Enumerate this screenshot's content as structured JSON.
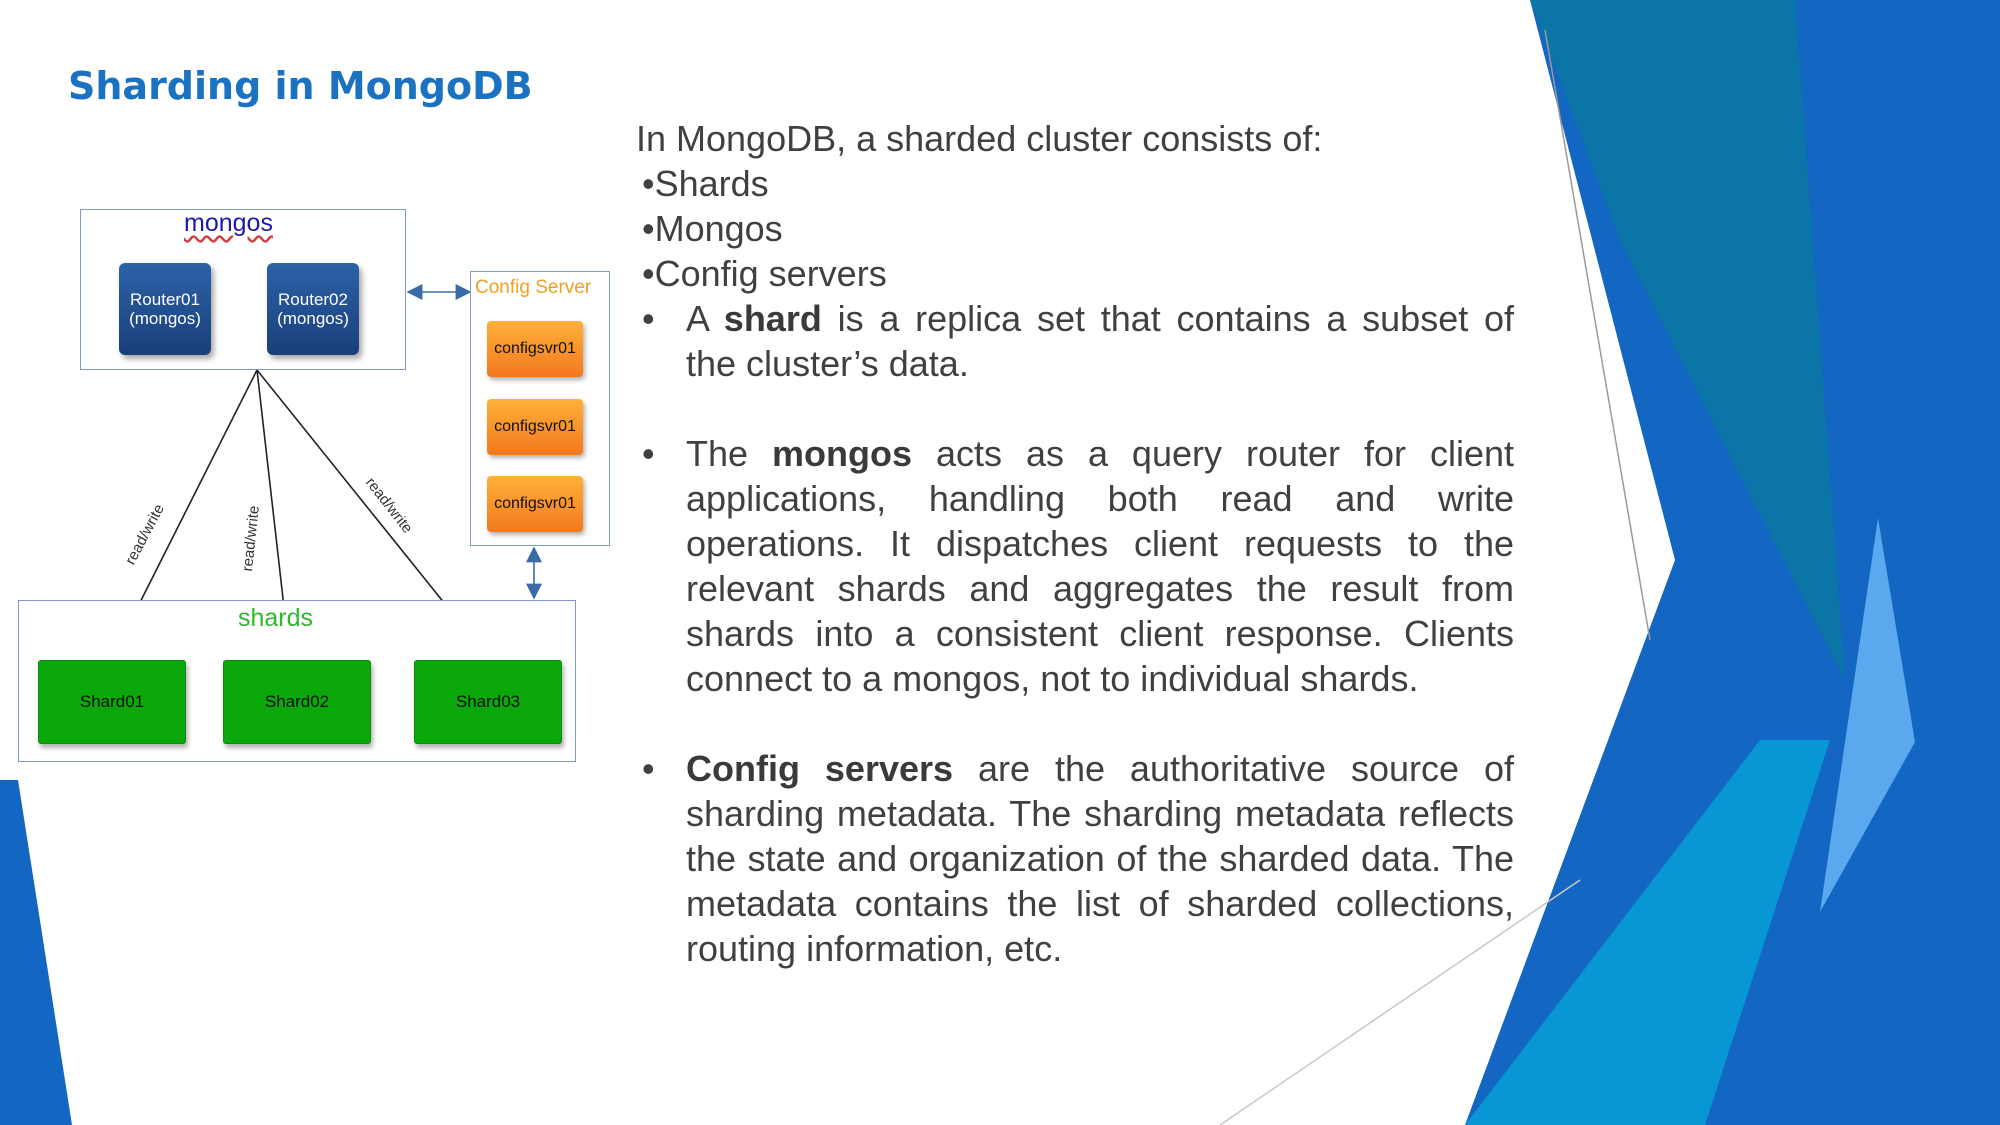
{
  "slide": {
    "title": "Sharding in MongoDB"
  },
  "diagram": {
    "router_group_label": "mongos",
    "routers": [
      {
        "line1": "Router01",
        "line2": "(mongos)"
      },
      {
        "line1": "Router02",
        "line2": "(mongos)"
      }
    ],
    "config_group_label": "Config Server",
    "config_servers": [
      "configsvr01",
      "configsvr01",
      "configsvr01"
    ],
    "shards_group_label": "shards",
    "shards": [
      "Shard01",
      "Shard02",
      "Shard03"
    ],
    "edge_labels": [
      "read/write",
      "read/write",
      "read/write"
    ],
    "colors": {
      "router": "#1f4e8f",
      "config": "#f7941d",
      "shard": "#0aa80a",
      "mongos_label": "#1a1aa8",
      "config_label": "#f0a020",
      "shards_label": "#2db82d"
    }
  },
  "content": {
    "intro": "In MongoDB, a sharded cluster consists of:",
    "list": [
      "•Shards",
      "•Mongos",
      "•Config servers"
    ],
    "bullet_char": "•",
    "bullets": [
      {
        "pre": "A ",
        "bold": "shard",
        "post": " is a replica set that contains a subset of the cluster’s data."
      },
      {
        "pre": "The ",
        "bold": "mongos",
        "post": " acts as a query router for client applications, handling both read and write operations. It dispatches client requests to the relevant shards and aggregates the result from shards into a consistent client response. Clients connect to a mongos, not to individual shards."
      },
      {
        "pre": "",
        "bold": "Config servers",
        "post": " are the authoritative source of sharding metadata. The sharding metadata reflects the state and organization of the sharded data. The metadata contains the list of sharded collections, routing information, etc."
      }
    ]
  }
}
